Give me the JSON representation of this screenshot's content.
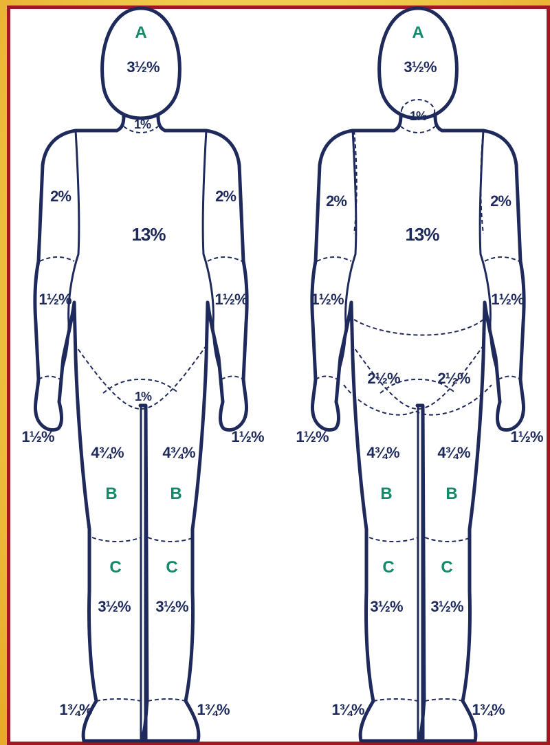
{
  "front": {
    "head_letter": "A",
    "head_pct": "3½%",
    "neck_pct": "1%",
    "trunk_pct": "13%",
    "upper_arm_left": "2%",
    "upper_arm_right": "2%",
    "forearm_left": "1½%",
    "forearm_right": "1½%",
    "hand_left": "1½%",
    "hand_right": "1½%",
    "genital_pct": "1%",
    "thigh_left_pct": "4¾%",
    "thigh_right_pct": "4¾%",
    "thigh_left_letter": "B",
    "thigh_right_letter": "B",
    "leg_left_letter": "C",
    "leg_right_letter": "C",
    "leg_left_pct": "3½%",
    "leg_right_pct": "3½%",
    "foot_left_pct": "1¾%",
    "foot_right_pct": "1¾%"
  },
  "back": {
    "head_letter": "A",
    "head_pct": "3½%",
    "neck_pct": "1%",
    "trunk_pct": "13%",
    "upper_arm_left": "2%",
    "upper_arm_right": "2%",
    "forearm_left": "1½%",
    "forearm_right": "1½%",
    "hand_left": "1½%",
    "hand_right": "1½%",
    "buttock_left": "2½%",
    "buttock_right": "2½%",
    "thigh_left_pct": "4¾%",
    "thigh_right_pct": "4¾%",
    "thigh_left_letter": "B",
    "thigh_right_letter": "B",
    "leg_left_letter": "C",
    "leg_right_letter": "C",
    "leg_left_pct": "3½%",
    "leg_right_pct": "3½%",
    "foot_left_pct": "1¾%",
    "foot_right_pct": "1¾%"
  }
}
